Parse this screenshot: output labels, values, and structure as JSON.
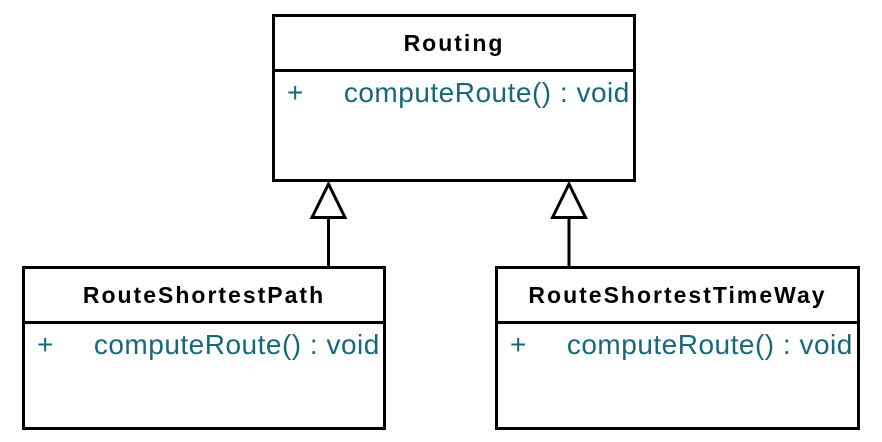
{
  "diagram": {
    "kind": "uml-class-diagram",
    "colors": {
      "background": "#ffffff",
      "box_fill": "#ffffff",
      "border": "#000000",
      "title_text": "#000000",
      "member_text": "#17697a"
    },
    "classes": [
      {
        "id": "routing",
        "name": "Routing",
        "methods": [
          {
            "visibility": "+",
            "signature": "computeRoute() : void"
          }
        ]
      },
      {
        "id": "route-shortest-path",
        "name": "RouteShortestPath",
        "methods": [
          {
            "visibility": "+",
            "signature": "computeRoute() : void"
          }
        ]
      },
      {
        "id": "route-shortest-time-way",
        "name": "RouteShortestTimeWay",
        "methods": [
          {
            "visibility": "+",
            "signature": "computeRoute() : void"
          }
        ]
      }
    ],
    "relations": [
      {
        "type": "generalization",
        "from": "RouteShortestPath",
        "to": "Routing"
      },
      {
        "type": "generalization",
        "from": "RouteShortestTimeWay",
        "to": "Routing"
      }
    ]
  }
}
